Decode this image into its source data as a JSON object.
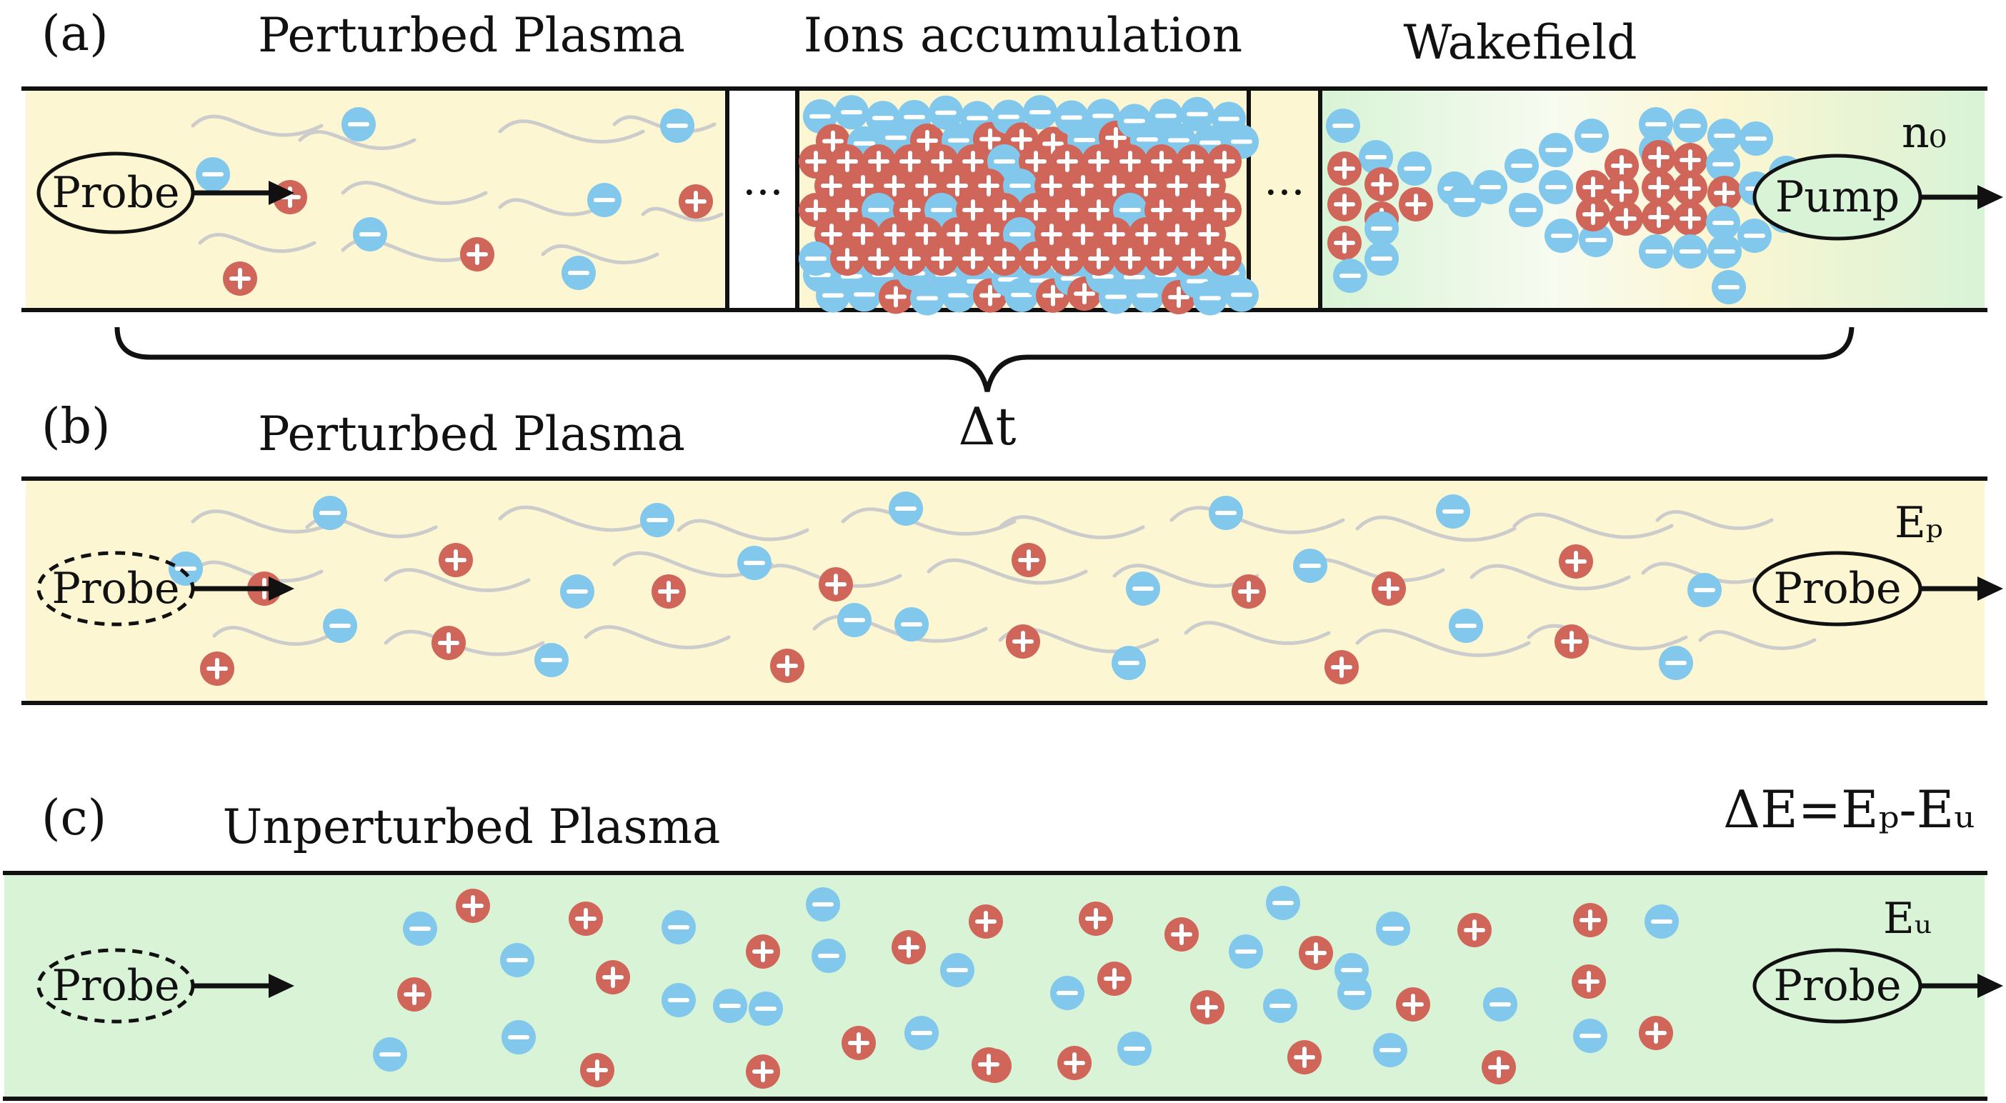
{
  "panels": {
    "a": {
      "label": "(a)",
      "sections": [
        "Perturbed Plasma",
        "Ions accumulation",
        "Wakefield"
      ],
      "probe_label": "Probe",
      "pump_label": "Pump",
      "density_symbol": "n₀",
      "ellipsis": "···"
    },
    "b": {
      "label": "(b)",
      "title": "Perturbed Plasma",
      "probe_label": "Probe",
      "energy_symbol": "Eₚ"
    },
    "c": {
      "label": "(c)",
      "title": "Unperturbed Plasma",
      "probe_label": "Probe",
      "energy_symbol": "Eᵤ"
    }
  },
  "brace_label": "Δt",
  "equation": "ΔE=Eₚ-Eᵤ",
  "colors": {
    "perturbed_bg": "#fcf6d2",
    "unperturbed_bg": "#d8f3d6",
    "ion": "#d0665a",
    "electron": "#82c8ec",
    "wave": "#cccccc"
  },
  "icons": {
    "ion": "plus-circle-icon",
    "electron": "minus-circle-icon",
    "arrow": "right-arrow-icon"
  }
}
